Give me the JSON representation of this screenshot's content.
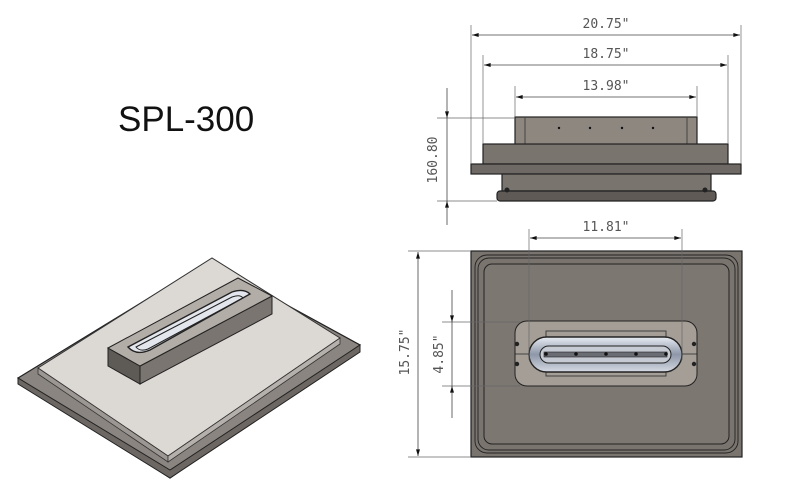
{
  "title": "SPL-300",
  "dimensions": {
    "overall_width": "20.75\"",
    "plate_width": "18.75\"",
    "burner_box_width": "13.98\"",
    "height": "160.80",
    "burner_length": "11.81\"",
    "overall_depth": "15.75\"",
    "burner_box_depth": "4.85\""
  },
  "colors": {
    "metal_dark": "#6f6a66",
    "metal_light": "#a09a94",
    "tray_top": "#d9d5d1"
  }
}
